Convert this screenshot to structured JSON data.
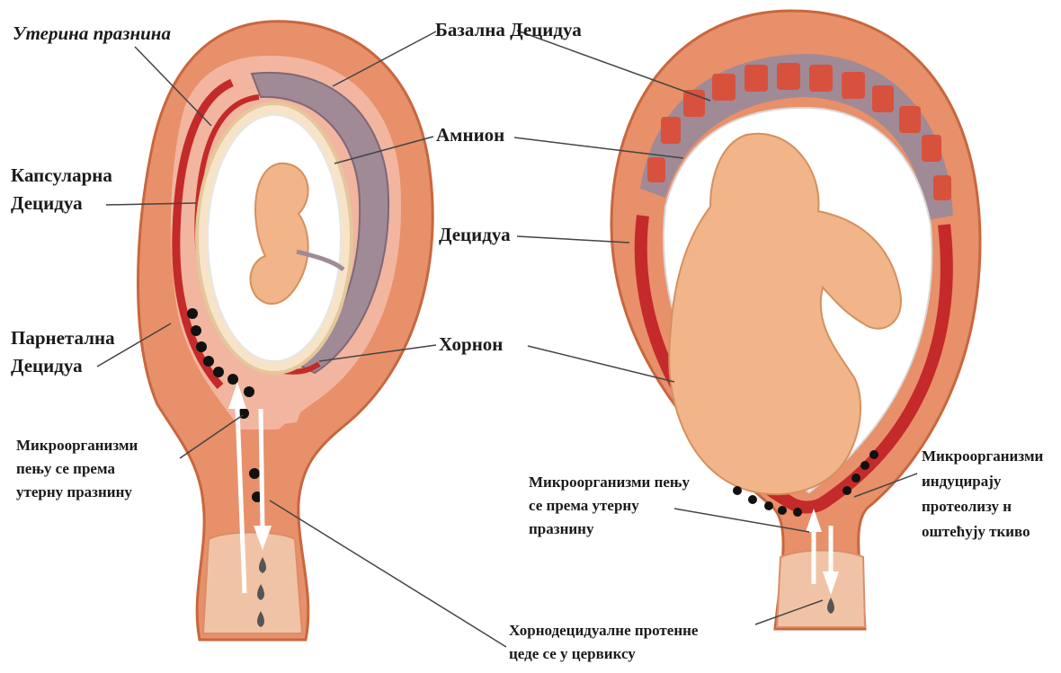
{
  "labels": {
    "uterine_cavity": "Утерина празнина",
    "basal_decidua": "Базална Децидуа",
    "amnion": "Амнион",
    "capsular_decidua_1": "Капсуларна",
    "capsular_decidua_2": "Децидуа",
    "decidua": "Децидуа",
    "parietal_decidua_1": "Парнетална",
    "parietal_decidua_2": "Децидуа",
    "chorion": "Хорнон",
    "microbes_left_1": "Микроорганизми",
    "microbes_left_2": "пењу се према",
    "microbes_left_3": "утерну празнину",
    "microbes_right_1": "Микроорганизми пењу",
    "microbes_right_2": "се према утерну",
    "microbes_right_3": "празнину",
    "microbes_induce_1": "Микроорганизми",
    "microbes_induce_2": "индуцирају",
    "microbes_induce_3": "протеолизу н",
    "microbes_induce_4": "оштећују ткиво",
    "chorio_leak_1": "Хорнодецидуалне протенне",
    "chorio_leak_2": "цеде се у цервиксу"
  },
  "colors": {
    "uterine_wall": "#e8906a",
    "decidua_red": "#c42a2a",
    "placenta_grey": "#a08a96",
    "amnion_fluid": "#ffffff",
    "fetus_skin": "#f2b489"
  }
}
